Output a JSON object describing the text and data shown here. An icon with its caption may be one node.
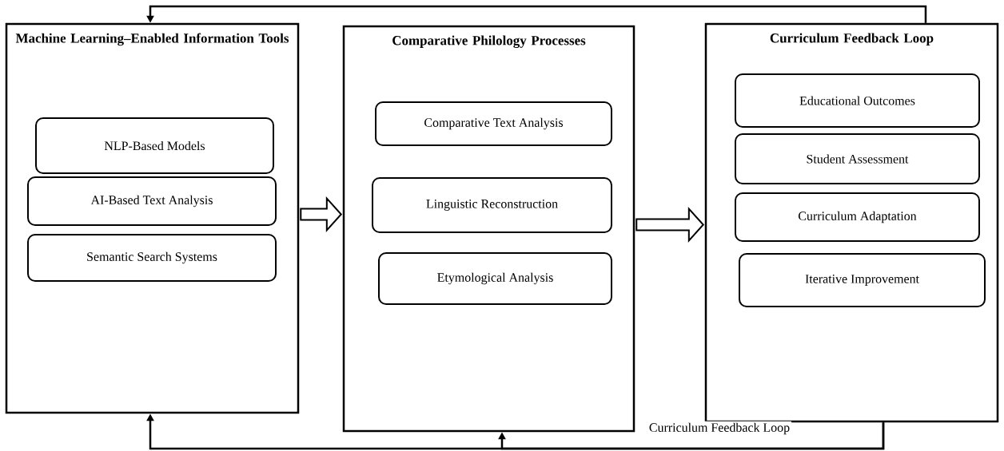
{
  "diagram": {
    "nodes": [
      {
        "text": [
          "Machine Learning–Enabled Information Tools"
        ]
      },
      {
        "text": [
          "NLP-Based Models"
        ],
        "in": 0
      },
      {
        "text": [
          "AI-Based Text Analysis"
        ],
        "in": 0
      },
      {
        "text": [
          "Semantic Search Systems"
        ],
        "in": 0
      },
      {
        "text": [
          "Comparative Philology Processes"
        ]
      },
      {
        "text": [
          "Comparative Text Analysis"
        ],
        "in": 4
      },
      {
        "text": [
          "Linguistic Reconstruction"
        ],
        "in": 4
      },
      {
        "text": [
          "Etymological Analysis"
        ],
        "in": 4
      },
      {
        "text": [
          "Curriculum Feedback Loop"
        ]
      },
      {
        "text": [
          "Educational Outcomes"
        ],
        "in": 8
      },
      {
        "text": [
          "Student Assessment"
        ],
        "in": 8
      },
      {
        "text": [
          "Curriculum Adaptation"
        ],
        "in": 8
      },
      {
        "text": [
          "Iterative Improvement"
        ],
        "in": 8
      }
    ],
    "edges": [
      {
        "from": 0,
        "to": 4,
        "arrow": "to"
      },
      {
        "from": 4,
        "to": 8,
        "arrow": "to"
      },
      {
        "from": 8,
        "to": 0,
        "arrow": "to"
      },
      {
        "from": 8,
        "to": 0,
        "arrow": "to",
        "label": "Curriculum Feedback Loop"
      },
      {
        "from": 8,
        "to": 4,
        "arrow": "to"
      }
    ]
  }
}
